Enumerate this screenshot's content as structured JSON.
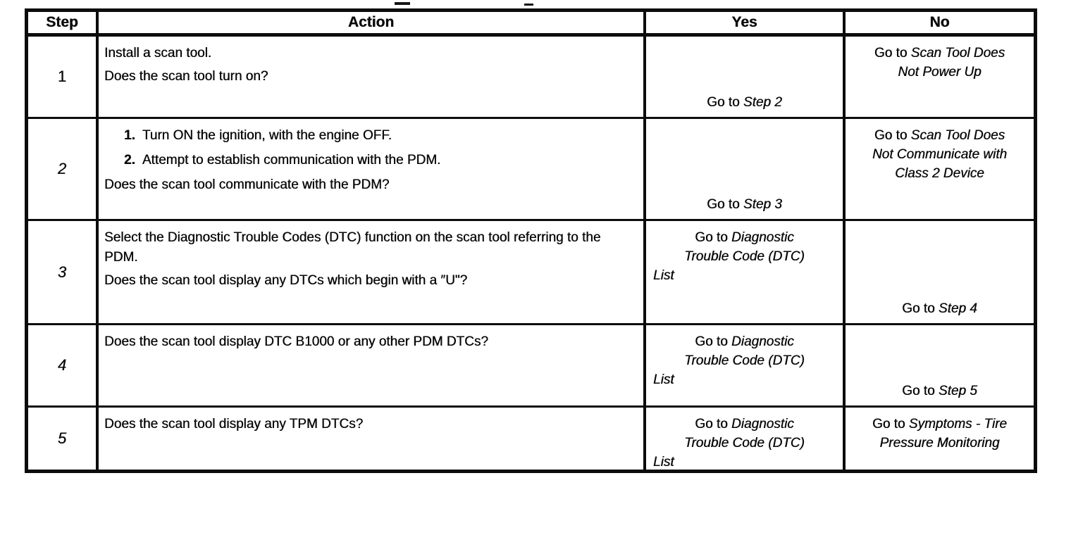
{
  "page": {
    "background": "#ffffff",
    "ink_color": "#0c0c0c",
    "document_type": "scanned-diagnostic-table"
  },
  "table": {
    "headers": [
      {
        "label": "Step"
      },
      {
        "label": "Action"
      },
      {
        "label": "Yes"
      },
      {
        "label": "No"
      }
    ],
    "rows": [
      {
        "step": "1",
        "step_italic": false,
        "action": [
          {
            "kind": "para",
            "text": "Install a scan tool."
          },
          {
            "kind": "para",
            "text": "Does the scan tool turn on?"
          }
        ],
        "yes": {
          "valign": "bottom",
          "lines": [
            {
              "parts": [
                {
                  "text": "Go to ",
                  "italic": false
                },
                {
                  "text": "Step 2",
                  "italic": true
                }
              ]
            }
          ]
        },
        "no": {
          "valign": "top",
          "lines": [
            {
              "parts": [
                {
                  "text": "Go to ",
                  "italic": false
                },
                {
                  "text": "Scan Tool Does",
                  "italic": true
                }
              ]
            },
            {
              "parts": [
                {
                  "text": "Not Power Up",
                  "italic": true
                }
              ]
            }
          ]
        }
      },
      {
        "step": "2",
        "step_italic": true,
        "action": [
          {
            "kind": "numbered",
            "num": "1.",
            "text": "Turn ON the ignition, with the engine OFF."
          },
          {
            "kind": "numbered",
            "num": "2.",
            "text": "Attempt to establish communication with the PDM."
          },
          {
            "kind": "para",
            "text": "Does the scan tool communicate with the PDM?"
          }
        ],
        "yes": {
          "valign": "bottom",
          "lines": [
            {
              "parts": [
                {
                  "text": "Go to ",
                  "italic": false
                },
                {
                  "text": "Step 3",
                  "italic": true
                }
              ]
            }
          ]
        },
        "no": {
          "valign": "top",
          "lines": [
            {
              "parts": [
                {
                  "text": "Go to ",
                  "italic": false
                },
                {
                  "text": "Scan Tool Does",
                  "italic": true
                }
              ]
            },
            {
              "parts": [
                {
                  "text": "Not Communicate with",
                  "italic": true
                }
              ]
            },
            {
              "parts": [
                {
                  "text": "Class 2 Device",
                  "italic": true
                }
              ]
            }
          ]
        }
      },
      {
        "step": "3",
        "step_italic": true,
        "action": [
          {
            "kind": "para",
            "text": "Select the Diagnostic Trouble Codes (DTC) function on the scan tool referring to the PDM."
          },
          {
            "kind": "para",
            "text": "Does the scan tool display any DTCs which begin with a ″U\"?"
          }
        ],
        "yes": {
          "valign": "top",
          "lines": [
            {
              "parts": [
                {
                  "text": "Go to ",
                  "italic": false
                },
                {
                  "text": "Diagnostic",
                  "italic": true
                }
              ]
            },
            {
              "parts": [
                {
                  "text": "Trouble Code (DTC)",
                  "italic": true
                }
              ]
            },
            {
              "parts": [
                {
                  "text": "List",
                  "italic": true
                }
              ],
              "align": "left"
            }
          ]
        },
        "no": {
          "valign": "bottom",
          "lines": [
            {
              "parts": [
                {
                  "text": "Go to ",
                  "italic": false
                },
                {
                  "text": "Step 4",
                  "italic": true
                }
              ]
            }
          ]
        }
      },
      {
        "step": "4",
        "step_italic": true,
        "action": [
          {
            "kind": "para",
            "text": "Does the scan tool display DTC B1000 or any other PDM DTCs?"
          }
        ],
        "yes": {
          "valign": "top",
          "lines": [
            {
              "parts": [
                {
                  "text": "Go to ",
                  "italic": false
                },
                {
                  "text": "Diagnostic",
                  "italic": true
                }
              ]
            },
            {
              "parts": [
                {
                  "text": "Trouble Code (DTC)",
                  "italic": true
                }
              ]
            },
            {
              "parts": [
                {
                  "text": "List",
                  "italic": true
                }
              ],
              "align": "left"
            }
          ]
        },
        "no": {
          "valign": "bottom",
          "lines": [
            {
              "parts": [
                {
                  "text": "Go to ",
                  "italic": false
                },
                {
                  "text": "Step 5",
                  "italic": true
                }
              ]
            }
          ]
        }
      },
      {
        "step": "5",
        "step_italic": true,
        "action": [
          {
            "kind": "para",
            "text": "Does the scan tool display any TPM DTCs?"
          }
        ],
        "yes": {
          "valign": "top",
          "lines": [
            {
              "parts": [
                {
                  "text": "Go to ",
                  "italic": false
                },
                {
                  "text": "Diagnostic",
                  "italic": true
                }
              ]
            },
            {
              "parts": [
                {
                  "text": "Trouble Code (DTC)",
                  "italic": true
                }
              ]
            },
            {
              "parts": [
                {
                  "text": "List",
                  "italic": true
                }
              ],
              "align": "left"
            }
          ]
        },
        "no": {
          "valign": "top",
          "lines": [
            {
              "parts": [
                {
                  "text": "Go to ",
                  "italic": false
                },
                {
                  "text": "Symptoms - Tire",
                  "italic": true
                }
              ]
            },
            {
              "parts": [
                {
                  "text": "Pressure Monitoring",
                  "italic": true
                }
              ]
            }
          ]
        }
      }
    ]
  }
}
